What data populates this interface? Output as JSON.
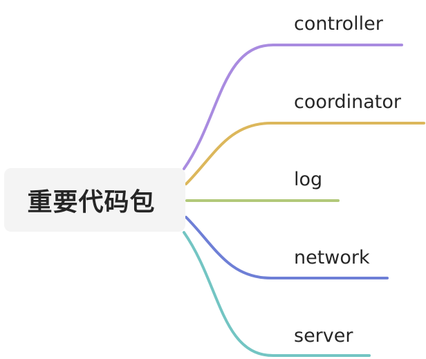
{
  "root": {
    "label": "重要代码包"
  },
  "branches": [
    {
      "label": "controller",
      "color": "#a98be0"
    },
    {
      "label": "coordinator",
      "color": "#dcb75b"
    },
    {
      "label": "log",
      "color": "#b2c97a"
    },
    {
      "label": "network",
      "color": "#6e7fd6"
    },
    {
      "label": "server",
      "color": "#73c5c3"
    }
  ]
}
